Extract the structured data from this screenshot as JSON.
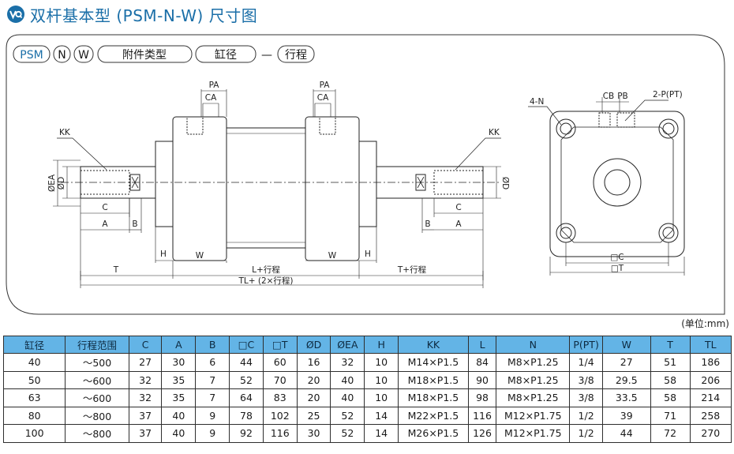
{
  "title": "双杆基本型 (PSM-N-W) 尺寸图",
  "model_code": {
    "tags": [
      "PSM",
      "N",
      "W",
      "附件类型",
      "缸径"
    ],
    "dash": "—",
    "stroke": "行程"
  },
  "drawing_labels": {
    "pa": "PA",
    "ca": "CA",
    "kk": "KK",
    "dia_ea": "ØEA",
    "dia_d": "ØD",
    "c": "C",
    "a": "A",
    "b": "B",
    "h": "H",
    "w": "W",
    "t": "T",
    "l_stroke": "L+行程",
    "t_stroke": "T+行程",
    "tl_stroke": "TL+ (2×行程)",
    "four_n": "4-N",
    "cb": "CB",
    "pb": "PB",
    "two_p": "2-P(PT)",
    "sq_c": "□C",
    "sq_t": "□T"
  },
  "unit": "(单位:mm)",
  "table": {
    "headers": [
      "缸径",
      "行程范围",
      "C",
      "A",
      "B",
      "□C",
      "□T",
      "ØD",
      "ØEA",
      "H",
      "KK",
      "L",
      "N",
      "P(PT)",
      "W",
      "T",
      "TL"
    ],
    "rows": [
      [
        "40",
        "～500",
        "27",
        "30",
        "6",
        "44",
        "60",
        "16",
        "32",
        "10",
        "M14×P1.5",
        "84",
        "M8×P1.25",
        "1/4",
        "27",
        "51",
        "186"
      ],
      [
        "50",
        "～600",
        "32",
        "35",
        "7",
        "52",
        "70",
        "20",
        "40",
        "10",
        "M18×P1.5",
        "90",
        "M8×P1.25",
        "3/8",
        "29.5",
        "58",
        "206"
      ],
      [
        "63",
        "～600",
        "32",
        "35",
        "7",
        "64",
        "83",
        "20",
        "40",
        "10",
        "M18×P1.5",
        "98",
        "M8×P1.25",
        "3/8",
        "33.5",
        "58",
        "214"
      ],
      [
        "80",
        "～800",
        "37",
        "40",
        "9",
        "78",
        "102",
        "25",
        "52",
        "14",
        "M22×P1.5",
        "116",
        "M12×P1.75",
        "1/2",
        "39",
        "71",
        "258"
      ],
      [
        "100",
        "～800",
        "37",
        "40",
        "9",
        "92",
        "116",
        "30",
        "52",
        "14",
        "M26×P1.5",
        "126",
        "M12×P1.75",
        "1/2",
        "44",
        "72",
        "270"
      ]
    ]
  },
  "colors": {
    "title": "#1b6fa8",
    "header_bg": "#63b4e6"
  }
}
